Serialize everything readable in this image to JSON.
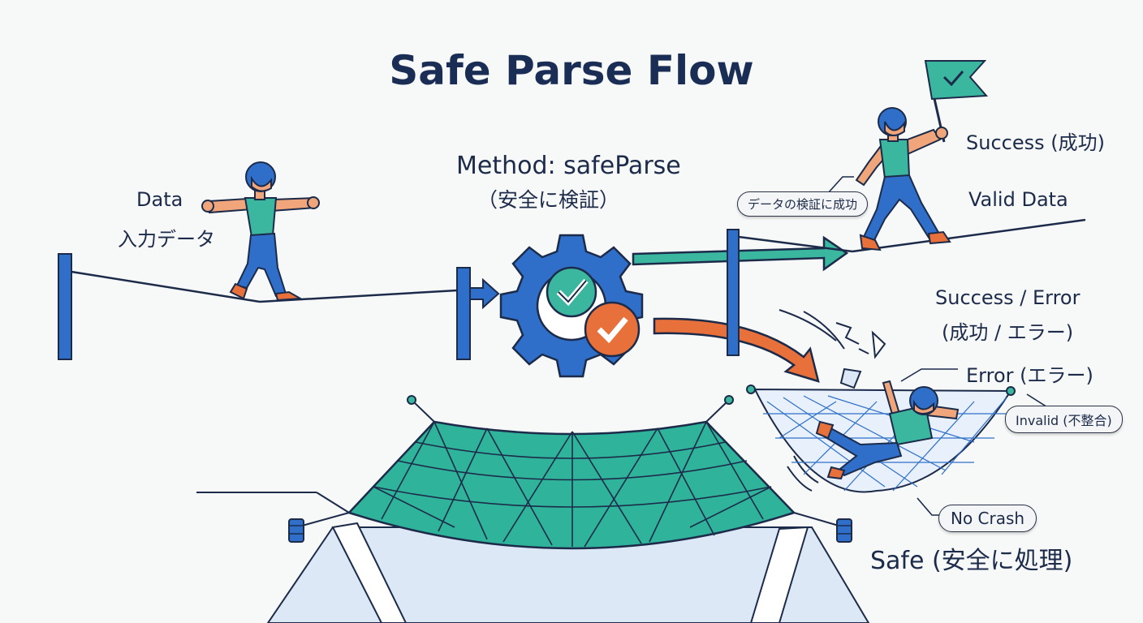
{
  "title": "Safe Parse Flow",
  "input": {
    "label_en": "Data",
    "label_ja": "入力データ"
  },
  "method": {
    "line1": "Method: safeParse",
    "line2": "（安全に検証）"
  },
  "success": {
    "title": "Success (成功)",
    "valid": "Valid Data",
    "callout": "データの検証に成功"
  },
  "branch": {
    "line1": "Success / Error",
    "line2": "(成功 / エラー)"
  },
  "error": {
    "title": "Error (エラー)",
    "invalid": "Invalid (不整合)",
    "nocrash": "No Crash",
    "safe": "Safe (安全に処理)"
  },
  "colors": {
    "navy": "#1a2e55",
    "blue": "#2f6fc9",
    "teal": "#3bb7a0",
    "orange": "#e8703a",
    "net": "#2fb39a",
    "sky": "#dce8f5"
  }
}
